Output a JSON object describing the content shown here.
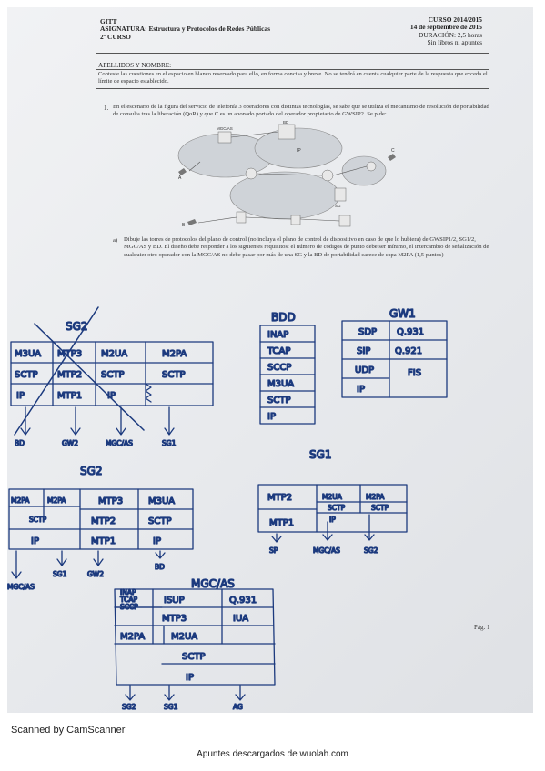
{
  "exam": {
    "degree": "GITT",
    "subject": "ASIGNATURA: Estructura y Protocolos de Redes Públicas",
    "year": "2º CURSO",
    "course": "CURSO 2014/2015",
    "date": "14 de septiembre de 2015",
    "duration": "DURACIÓN: 2,5 horas",
    "rules": "Sin libros ni apuntes",
    "name_field": "APELLIDOS Y NOMBRE:",
    "instructions": "Conteste las cuestiones en el espacio en blanco reservado para ello, en forma concisa y breve. No se tendrá en cuenta cualquier parte de la respuesta que exceda el límite de espacio establecido.",
    "question_number": "1.",
    "question_text": "En el escenario de la figura del servicio de telefonía 3 operadores con distintas tecnologías, se sabe que se utiliza el mecanismo de resolución de portabilidad de consulta tras la liberación (QoR) y que C es un abonado portado del operador propietario de GWSIP2. Se pide:",
    "subquestion_label": "a)",
    "subquestion_text": "Dibuje las torres de protocolos del plano de control (no incluya el plano de control de dispositivo en caso de que lo hubiera) de GWSIP1/2, SG1/2, MGC/AS y BD. El diseño debe responder a los siguientes requisitos: el número de códigos de punto debe ser mínimo, el intercambio de señalización de cualquier otro operador con la MGC/AS no debe pasar por más de una SG y la BD de portabilidad carece de capa M2PA (1,5 puntos)",
    "page": "Pág. 1"
  },
  "diagram_labels": [
    "MGC/AS",
    "IP",
    "BD",
    "SG",
    "A",
    "B",
    "C"
  ],
  "handwriting": {
    "stack_sg2_crossed": {
      "title": "SG2",
      "rows": [
        [
          "M3UA",
          "MTP3",
          "M2UA",
          "M2PA"
        ],
        [
          "SCTP",
          "MTP2",
          "SCTP",
          "SCTP"
        ],
        [
          "IP",
          "MTP1",
          "IP",
          ""
        ]
      ],
      "outputs": [
        "BD",
        "GW2",
        "MGC/AS",
        "SG1"
      ]
    },
    "stack_bd": {
      "title": "BDD",
      "rows": [
        "INAP",
        "TCAP",
        "SCCP",
        "M3UA",
        "SCTP",
        "IP"
      ]
    },
    "stack_gw1": {
      "title": "GW1",
      "rows": [
        [
          "SDP",
          "Q.931"
        ],
        [
          "SIP",
          "Q.921"
        ],
        [
          "UDP",
          "FIS"
        ],
        [
          "IP",
          ""
        ]
      ]
    },
    "label_sg1": "SG1",
    "stack_sg2": {
      "title": "SG2",
      "rows": [
        [
          "M2PA",
          "M2PA",
          "MTP3",
          "M3UA"
        ],
        [
          "SCTP",
          "",
          "MTP2",
          "SCTP"
        ],
        [
          "IP",
          "",
          "MTP1",
          "IP"
        ]
      ],
      "outputs": [
        "MGC/AS",
        "SG1",
        "GW2",
        "BD"
      ]
    },
    "stack_sg1": {
      "rows": [
        [
          "MTP2",
          "M2UA",
          "M2PA"
        ],
        [
          "",
          "SCTP",
          "SCTP"
        ],
        [
          "MTP1",
          "IP",
          ""
        ]
      ],
      "outputs": [
        "SP",
        "MGC/AS",
        "SG2"
      ]
    },
    "stack_mgc": {
      "title": "MGC/AS",
      "rows": [
        "INAP",
        "TCAP",
        "SCCP",
        "ISUP",
        "Q.931",
        "MTP3",
        "IUA",
        "M2PA",
        "M2UA",
        "SCTP",
        "IP"
      ],
      "outputs": [
        "SG2",
        "SG1",
        "AG"
      ]
    }
  },
  "footer": {
    "scanner": "Scanned by CamScanner",
    "source": "Apuntes descargados de wuolah.com"
  }
}
